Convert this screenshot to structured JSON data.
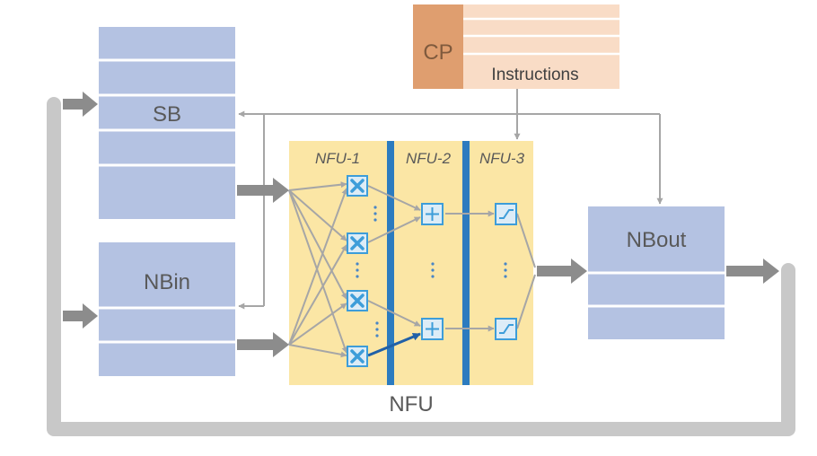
{
  "labels": {
    "sb": "SB",
    "nbin": "NBin",
    "nbout": "NBout",
    "cp": "CP",
    "instructions": "Instructions",
    "nfu": "NFU",
    "nfu1": "NFU-1",
    "nfu2": "NFU-2",
    "nfu3": "NFU-3"
  },
  "colors": {
    "buffer": "#b4c2e2",
    "nfu_background": "#fbe6a5",
    "stage_divider": "#2c7bbf",
    "cp_dark": "#df9e6f",
    "cp_light": "#f9dcc6",
    "arrow": "#8c8c8c",
    "line": "#a6a6a6",
    "feedback_loop": "#c8c8c8",
    "operator_icon": "#3d9dd9"
  },
  "icons": {
    "multiplier": "multiplier-icon",
    "adder": "adder-icon",
    "activation": "activation-function-icon"
  }
}
